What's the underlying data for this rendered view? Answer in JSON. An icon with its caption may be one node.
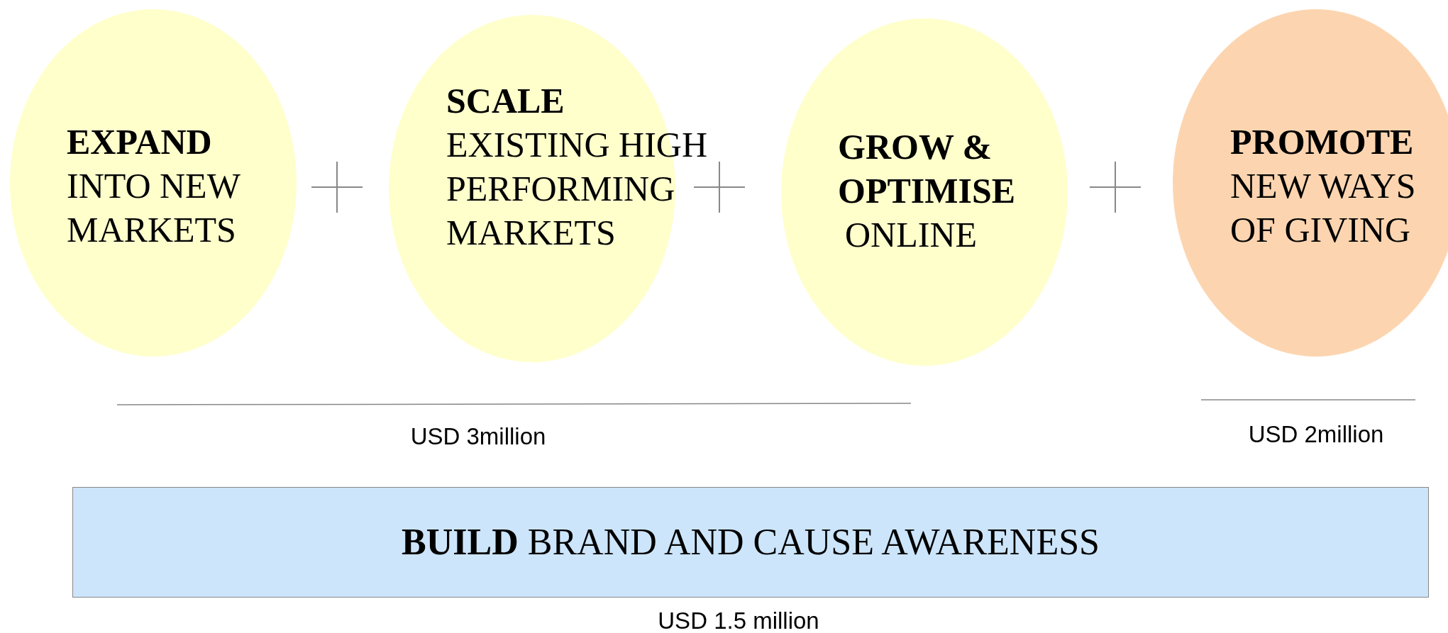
{
  "diagram": {
    "nodes": [
      {
        "text": [
          "EXPAND",
          "INTO NEW MARKETS"
        ]
      },
      {
        "text": [
          "SCALE",
          "EXISTING HIGH PERFORMING MARKETS"
        ]
      },
      {
        "text": [
          "GROW & OPTIMISE",
          "ONLINE"
        ]
      },
      {
        "text": [
          "PROMOTE",
          "NEW WAYS OF GIVING"
        ]
      },
      {
        "text": [
          "**BUILD** BRAND AND CAUSE AWARENESS"
        ]
      }
    ],
    "edges": [],
    "labels": [
      "USD 3million",
      "USD 2million",
      "USD 1.5 million"
    ]
  }
}
